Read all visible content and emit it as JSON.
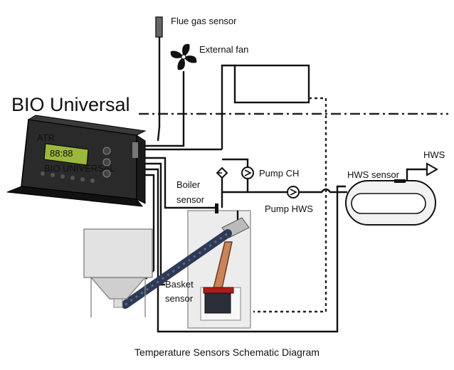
{
  "title": "BIO Universal",
  "caption": "Temperature Sensors Schematic Diagram",
  "labels": {
    "flue_gas_sensor": "Flue gas sensor",
    "external_fan": "External fan",
    "pump_ch": "Pump CH",
    "pump_hws": "Pump HWS",
    "boiler_sensor_line1": "Boiler",
    "boiler_sensor_line2": "sensor",
    "hws_sensor": "HWS sensor",
    "hws": "HWS",
    "basket_sensor_line1": "Basket",
    "basket_sensor_line2": "sensor"
  },
  "controller": {
    "brand": "ATR",
    "display_text": "88:88",
    "model": "BIO UNIVERSAL"
  },
  "colors": {
    "line": "#111111",
    "controller_body": "#1c1c1c",
    "display": "#9bb83a",
    "auger": "#2e3a55",
    "feeder_tube": "#c9845a",
    "burner_head": "#b01c1c",
    "hopper": "#d8d8d8"
  }
}
